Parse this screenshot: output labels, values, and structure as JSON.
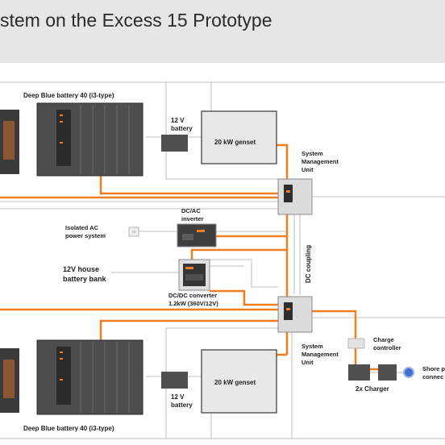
{
  "header": {
    "title": "stem on the Excess 15 Prototype"
  },
  "colors": {
    "orange": "#f07d1e",
    "gray_line": "#cdcdcd",
    "dark_unit": "#505050",
    "header_bg": "#e6e6e6"
  },
  "labels": {
    "battery_top": "Deep Blue battery 40 (i3-type)",
    "battery_bottom": "Deep Blue battery 40 (i3-type)",
    "v12_top_l1": "12 V",
    "v12_top_l2": "battery",
    "v12_bot_l1": "12 V",
    "v12_bot_l2": "battery",
    "genset_top": "20 kW genset",
    "genset_bottom": "20 kW genset",
    "smu_top_l1": "System",
    "smu_top_l2": "Management",
    "smu_top_l3": "Unit",
    "smu_bot_l1": "System",
    "smu_bot_l2": "Management",
    "smu_bot_l3": "Unit",
    "dcac_l1": "DC/AC",
    "dcac_l2": "inverter",
    "isolated_l1": "Isolated AC",
    "isolated_l2": "power system",
    "house_l1": "12V house",
    "house_l2": "battery bank",
    "dcdc_l1": "DC/DC converter",
    "dcdc_l2": "1.2kW (360V/12V)",
    "dc_coupling": "DC coupling",
    "charge_ctrl_l1": "Charge",
    "charge_ctrl_l2": "controller",
    "charger": "2x Charger",
    "shore_l1": "Shore p",
    "shore_l2": "connec"
  }
}
